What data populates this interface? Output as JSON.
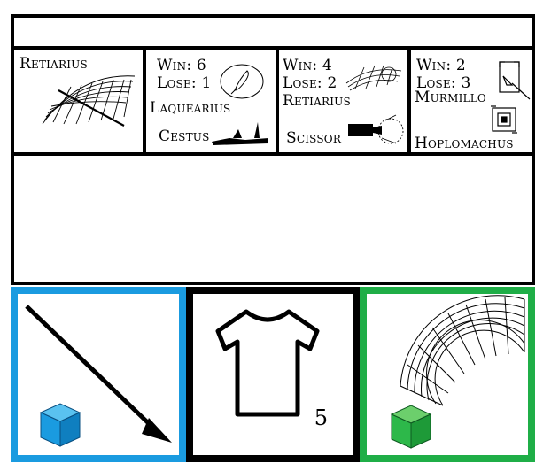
{
  "opponents": [
    {
      "name": "Retiarius",
      "weapon_icon": "net-icon"
    },
    {
      "stats": {
        "win": "Win: 6",
        "lose": "Lose: 1"
      },
      "primary": "Laquearius",
      "secondary": "Cestus",
      "icons": [
        "lasso-icon",
        "knuckle-icon"
      ]
    },
    {
      "stats": {
        "win": "Win: 4",
        "lose": "Lose: 2"
      },
      "primary": "Retiarius",
      "secondary": "Scissor",
      "icons": [
        "net-icon",
        "scissor-blade-icon"
      ]
    },
    {
      "stats": {
        "win": "Win: 2",
        "lose": "Lose: 3"
      },
      "primary": "Murmillo",
      "secondary": "Hoplomachus",
      "icons": [
        "shield-icon",
        "square-shield-icon"
      ]
    }
  ],
  "hand": {
    "left_card": {
      "icon": "spear-arrow-icon",
      "cube_color": "#1a9be0",
      "border_color": "#1a9be0"
    },
    "middle_card": {
      "icon": "tunic-icon",
      "count": "5",
      "border_color": "#000000"
    },
    "right_card": {
      "icon": "net-icon",
      "cube_color": "#1fae47",
      "border_color": "#1fae47"
    }
  }
}
